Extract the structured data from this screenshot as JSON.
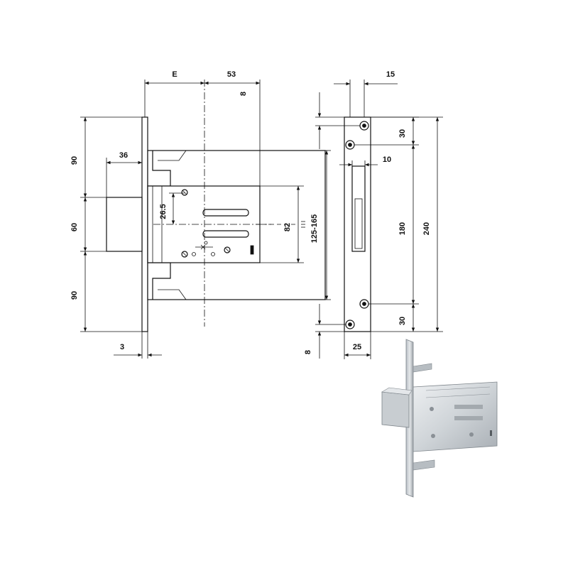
{
  "dimensions": {
    "e": "E",
    "d53": "53",
    "d8_top": "8",
    "d15": "15",
    "d36": "36",
    "d90_top": "90",
    "d60": "60",
    "d90_bottom": "90",
    "d26_5": "26.5",
    "d82": "82",
    "d125_165": "125-165",
    "d3": "3",
    "d30_top": "30",
    "d10": "10",
    "d180": "180",
    "d240": "240",
    "d30_bottom": "30",
    "d8_bottom": "8",
    "d25": "25"
  },
  "colors": {
    "line": "#111111",
    "background": "#ffffff",
    "metal_light": "#d9dde0",
    "metal_dark": "#9aa0a6"
  }
}
